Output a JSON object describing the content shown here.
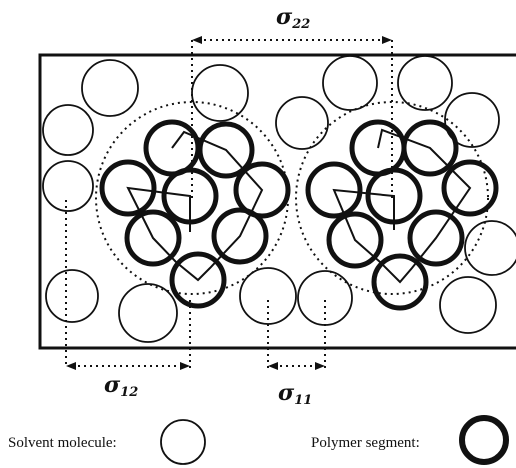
{
  "dimensions": {
    "sigma22": {
      "symbol": "σ",
      "sub": "22"
    },
    "sigma12": {
      "symbol": "σ",
      "sub": "12"
    },
    "sigma11": {
      "symbol": "σ",
      "sub": "11"
    }
  },
  "legend": {
    "solvent_label": "Solvent molecule:",
    "polymer_label": "Polymer segment:"
  }
}
